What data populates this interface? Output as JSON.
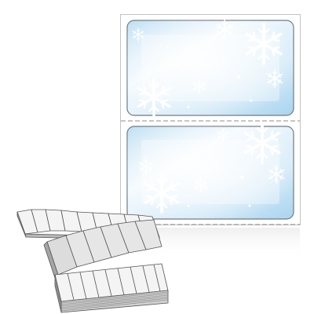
{
  "colors": {
    "background": "#ffffff",
    "label_face": "#e6f3fb",
    "label_gradient_light": "#f4fafe",
    "label_gradient_mid": "#d2e9f7",
    "label_gradient_dark": "#a9d4ef",
    "liner": "#ffffff",
    "liner_stroke": "#bcbcbc",
    "perforation": "#8e8e8e",
    "label_border": "#7f8b94",
    "snowflake": "#ffffff",
    "fanfold_paper": "#f2f2f2",
    "fanfold_shadow": "#9a9a9a",
    "fanfold_outline": "#5a5a5a"
  },
  "scene": {
    "sheet_label_count": 2,
    "fanfold_stack_pages": 10,
    "decorations": [
      "snowflake-icon",
      "sparkle-dots"
    ],
    "perforation_style": "dashed"
  }
}
